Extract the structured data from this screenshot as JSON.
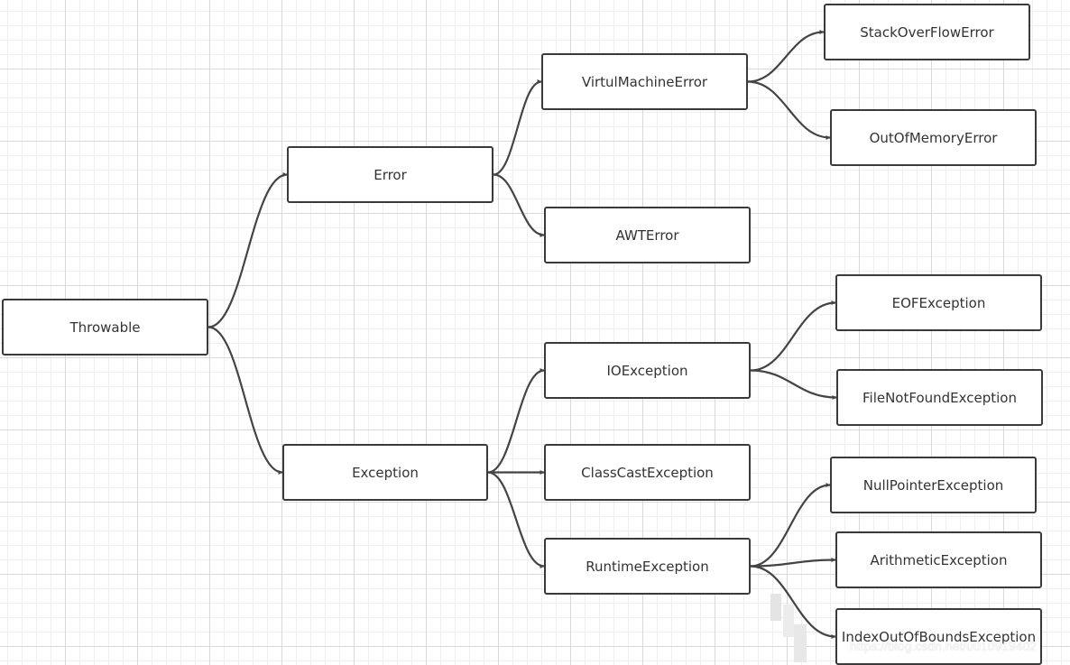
{
  "colors": {
    "node_border": "#3a3a3a",
    "edge": "#444444",
    "grid_major": "#d9d9d9",
    "grid_minor": "#efefef",
    "background": "#ffffff"
  },
  "nodes": {
    "throwable": "Throwable",
    "error": "Error",
    "exception": "Exception",
    "virtual_machine_error": "VirtulMachineError",
    "awt_error": "AWTError",
    "stack_overflow_error": "StackOverFlowError",
    "out_of_memory_error": "OutOfMemoryError",
    "io_exception": "IOException",
    "class_cast_exception": "ClassCastException",
    "runtime_exception": "RuntimeException",
    "eof_exception": "EOFException",
    "file_not_found_exception": "FileNotFoundException",
    "null_pointer_exception": "NullPointerException",
    "arithmetic_exception": "ArithmeticException",
    "index_out_of_bounds_exception": "IndexOutOfBoundsException"
  },
  "edges": [
    [
      "throwable",
      "error"
    ],
    [
      "throwable",
      "exception"
    ],
    [
      "error",
      "virtual_machine_error"
    ],
    [
      "error",
      "awt_error"
    ],
    [
      "virtual_machine_error",
      "stack_overflow_error"
    ],
    [
      "virtual_machine_error",
      "out_of_memory_error"
    ],
    [
      "exception",
      "io_exception"
    ],
    [
      "exception",
      "class_cast_exception"
    ],
    [
      "exception",
      "runtime_exception"
    ],
    [
      "io_exception",
      "eof_exception"
    ],
    [
      "io_exception",
      "file_not_found_exception"
    ],
    [
      "runtime_exception",
      "null_pointer_exception"
    ],
    [
      "runtime_exception",
      "arithmetic_exception"
    ],
    [
      "runtime_exception",
      "index_out_of_bounds_exception"
    ]
  ],
  "watermark": "https://blog.csdn.net/u010919402"
}
